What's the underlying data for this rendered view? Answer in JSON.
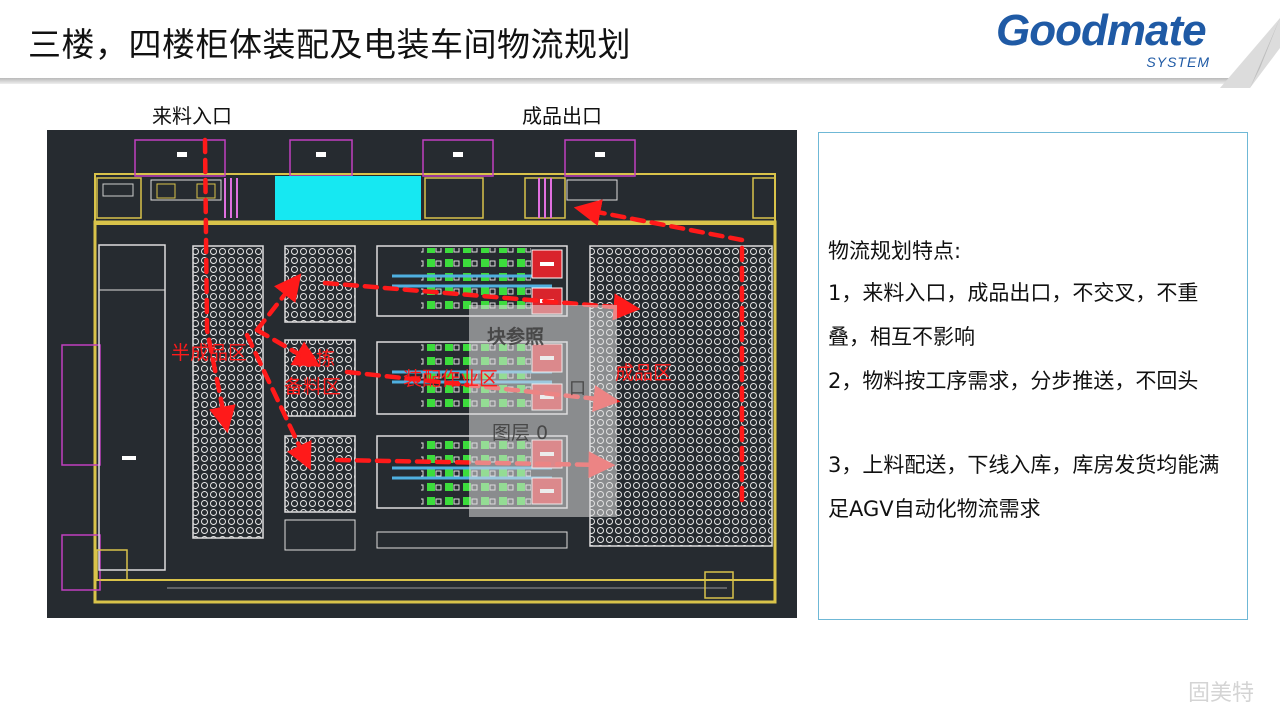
{
  "slide": {
    "title": "三楼，四楼柜体装配及电装车间物流规划",
    "watermark": "固美特"
  },
  "logo": {
    "main": "Goodmate",
    "sub": "SYSTEM",
    "color": "#1f5aa5"
  },
  "plan": {
    "entrance_label": "来料入口",
    "exit_label": "成品出口",
    "zones": {
      "semi_finished": "半成品区",
      "staging": "备料区",
      "staging_top": "分拣",
      "assembly": "装配作业区",
      "finished": "成品区"
    },
    "overlay": {
      "line1": "块参照",
      "line2": "图层 0",
      "line3": "口"
    },
    "arrow_color": "#ff1a1a",
    "background_color": "#262b30"
  },
  "features": {
    "heading": "物流规划特点:",
    "items": [
      "1，来料入口，成品出口，不交叉，不重叠，相互不影响",
      "2，物料按工序需求，分步推送，不回头",
      "3，上料配送，下线入库，库房发货均能满足AGV自动化物流需求"
    ]
  }
}
